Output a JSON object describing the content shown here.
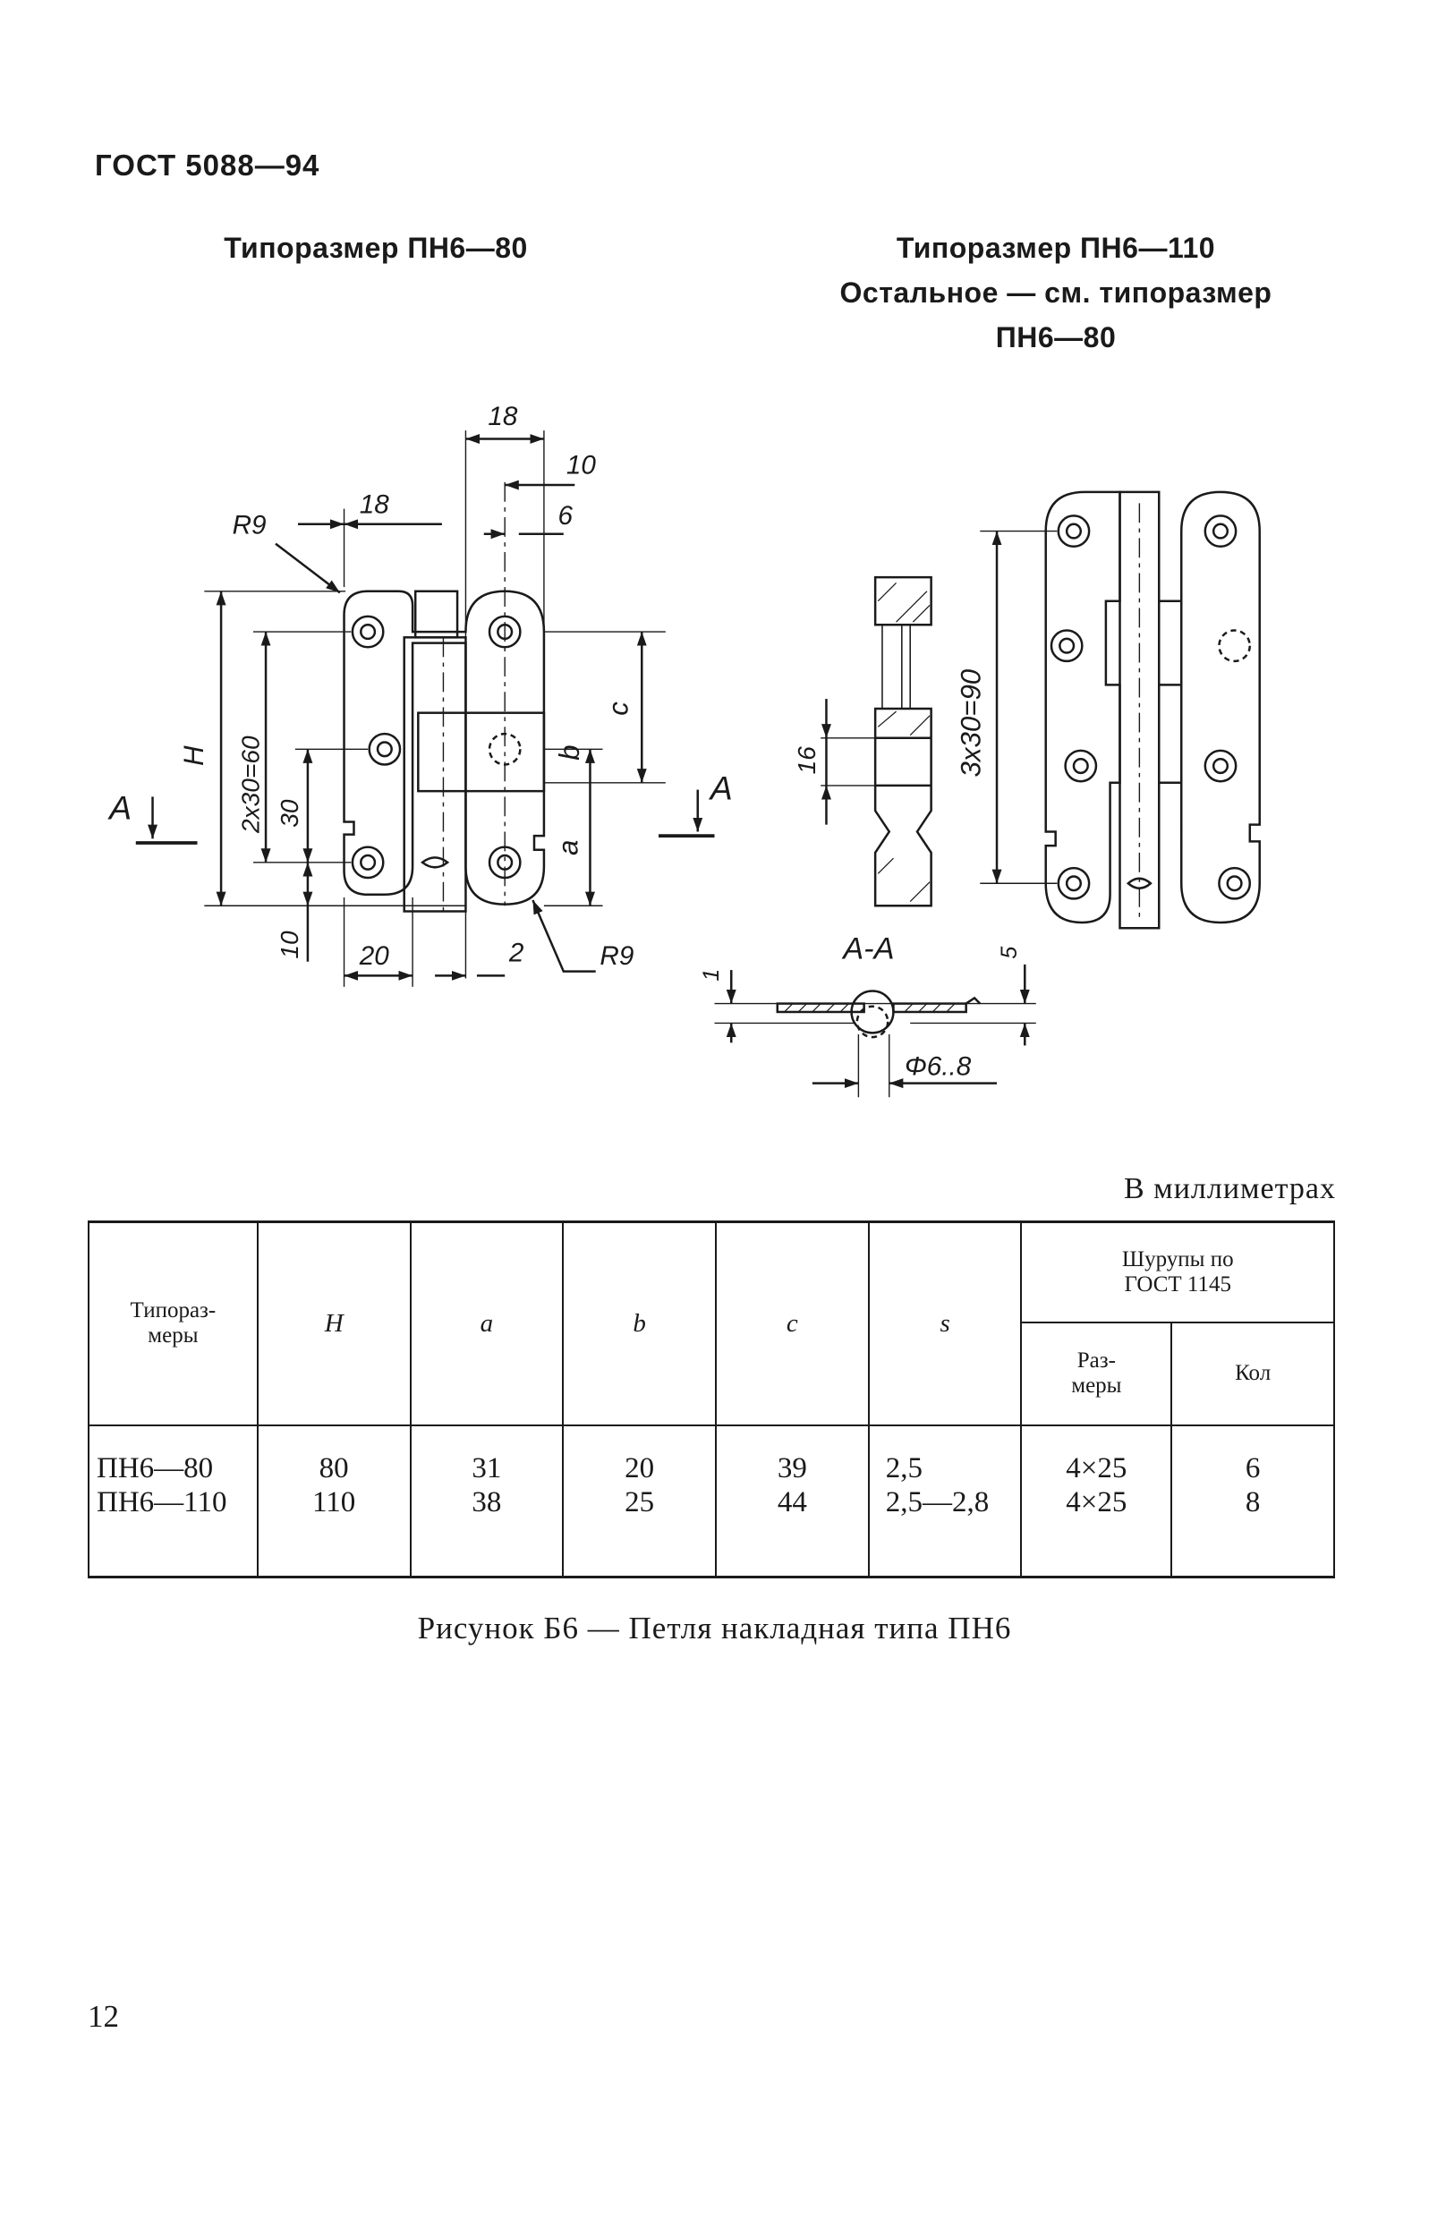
{
  "header": {
    "standard": "ГОСТ 5088—94"
  },
  "titles": {
    "left": "Типоразмер ПН6—80",
    "right_line1": "Типоразмер ПН6—110",
    "right_line2": "Остальное — см. типоразмер",
    "right_line3": "ПН6—80"
  },
  "drawing": {
    "dims": {
      "d18_top": "18",
      "d10": "10",
      "d6": "6",
      "d18_left": "18",
      "r9_top": "R9",
      "r9_bottom": "R9",
      "H": "H",
      "d2x30": "2x30=60",
      "d30": "30",
      "d10_bottom": "10",
      "d20": "20",
      "d2": "2",
      "c": "c",
      "b": "b",
      "a": "a",
      "A_left": "A",
      "A_right": "A",
      "d16": "16",
      "d3x30": "3x30=90",
      "section": "A-A",
      "d1": "1",
      "d5": "5",
      "phi": "Φ6..8"
    }
  },
  "units_note": "В миллиметрах",
  "table": {
    "headers": {
      "type_line1": "Типораз-",
      "type_line2": "меры",
      "H": "H",
      "a": "a",
      "b": "b",
      "c": "c",
      "s": "s",
      "screws_line1": "Шурупы по",
      "screws_line2": "ГОСТ 1145",
      "size_line1": "Раз-",
      "size_line2": "меры",
      "count": "Кол"
    },
    "rows": [
      {
        "type": "ПН6—80",
        "H": "80",
        "a": "31",
        "b": "20",
        "c": "39",
        "s": "2,5",
        "size": "4×25",
        "count": "6"
      },
      {
        "type": "ПН6—110",
        "H": "110",
        "a": "38",
        "b": "25",
        "c": "44",
        "s": "2,5—2,8",
        "size": "4×25",
        "count": "8"
      }
    ]
  },
  "caption": "Рисунок Б6 — Петля накладная типа ПН6",
  "page_number": "12"
}
